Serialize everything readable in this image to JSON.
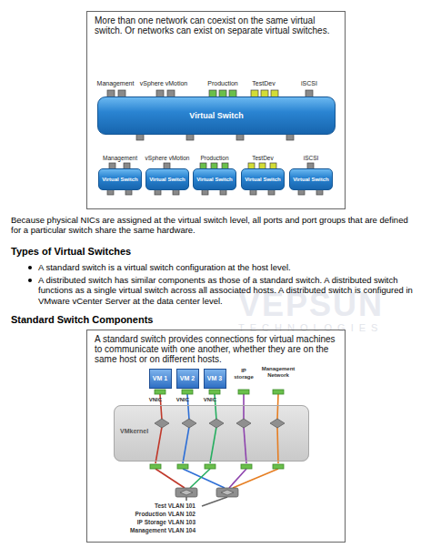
{
  "diagram": {
    "nodes": [
      {
        "text": [
          "More than one network can coexist on the same virtual switch. Or networks can exist on separate virtual switches."
        ]
      },
      {
        "text": [
          "Virtual Switch"
        ],
        "in": 0
      },
      {
        "text": [
          "Virtual Switch"
        ],
        "in": 0
      },
      {
        "text": [
          "Virtual Switch"
        ],
        "in": 0
      },
      {
        "text": [
          "Virtual Switch"
        ],
        "in": 0
      },
      {
        "text": [
          "Virtual Switch"
        ],
        "in": 0
      },
      {
        "text": [
          "Virtual Switch"
        ],
        "in": 0
      },
      {
        "text": [
          "A standard switch provides connections for virtual machines to communicate with one another, whether they are on the same host or on different hosts."
        ]
      },
      {
        "text": [
          "VM 1"
        ],
        "in": 7
      },
      {
        "text": [
          "VM 2"
        ],
        "in": 7
      },
      {
        "text": [
          "VM 3"
        ],
        "in": 7
      },
      {
        "text": [
          "VMkernel"
        ],
        "in": 7
      }
    ],
    "labels": [
      "Management",
      "vSphere vMotion",
      "Production",
      "TestDev",
      "iSCSI",
      "Management",
      "vSphere vMotion",
      "Production",
      "TestDev",
      "iSCSI",
      "Because physical NICs are assigned at the virtual switch level, all ports and port groups that are defined for a particular switch share the same hardware.",
      "Types of Virtual Switches",
      "A standard switch is a virtual switch configuration at the host level.",
      "A distributed switch has similar components as those of a standard switch. A distributed switch functions as a single virtual switch across all associated hosts. A distributed switch is configured in VMware vCenter Server at the data center level.",
      "VEPSUN",
      "TECHNOLOGIES",
      "Standard Switch Components",
      "VNIC",
      "VNIC",
      "VNIC",
      "IP storage",
      "Management Network",
      "Test VLAN 101",
      "Production VLAN 102",
      "IP Storage VLAN 103",
      "Management VLAN 104"
    ]
  }
}
